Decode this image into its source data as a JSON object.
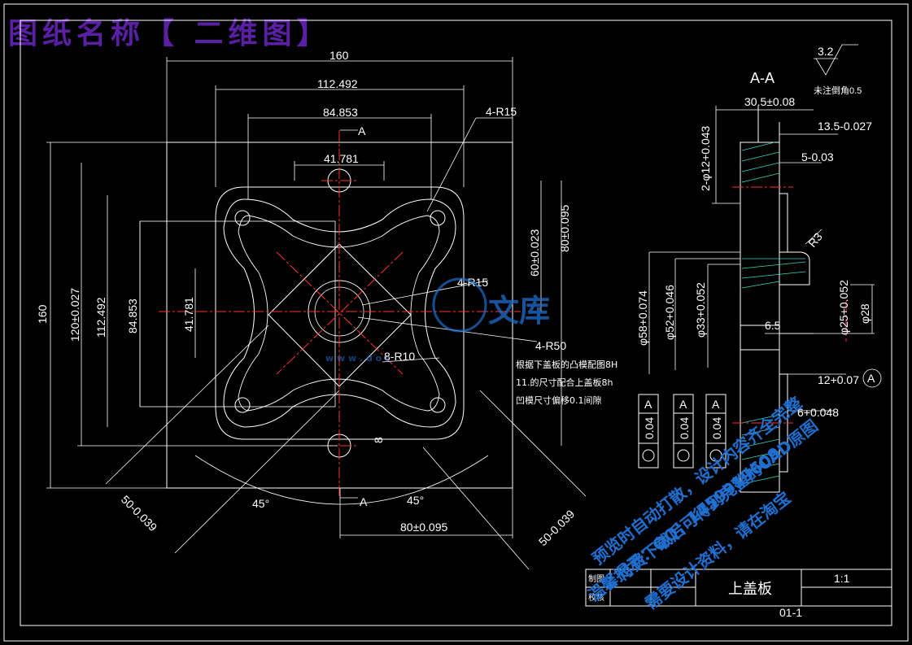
{
  "title_banner": "图纸名称【 二维图】",
  "view_label": "A-A",
  "section_marker": "A",
  "surface_finish": {
    "value": "3.2",
    "note": "未注倒角0.5"
  },
  "front_dims": {
    "d160_h": "160",
    "d112_h": "112.492",
    "d84_h": "84.853",
    "d41_h": "41.781",
    "d160_v": "160",
    "d120_v": "120±0.027",
    "d112_v": "112.492",
    "d84_v": "84.853",
    "d41_v": "41.781",
    "d80_v": "80±0.095",
    "d60_v": "60±0.023",
    "d80_h": "80±0.095",
    "r15a": "4-R15",
    "r15b": "4-R15",
    "r50": "4-R50",
    "r10": "8-R10",
    "dim8": "8",
    "ang1": "45°",
    "ang2": "45°",
    "d50a": "50-0.039",
    "d50b": "50-0.039"
  },
  "notes": [
    "根据下盖板的凸模配图8H",
    "11.的尺寸配合上盖板8h",
    "凹模尺寸偏移0.1间隙"
  ],
  "section_dims": {
    "d30": "30.5±0.08",
    "d13": "13.5-0.027",
    "d5": "5-0.03",
    "phi12": "2-φ12+0.043",
    "r3": "R3",
    "phi58": "φ58+0.074",
    "phi52": "φ52+0.046",
    "phi33": "φ33+0.052",
    "d65": "6.5",
    "phi25": "φ25+0.052",
    "phi28": "φ28",
    "d12": "12+0.07",
    "d6": "6+0.048",
    "datum": "A"
  },
  "tolerance_frames": [
    {
      "value": "0.04",
      "datum": "A"
    },
    {
      "value": "0.04",
      "datum": "A"
    },
    {
      "value": "0.04",
      "datum": "A"
    }
  ],
  "title_block": {
    "part_name": "上盖板",
    "scale": "1:1",
    "drawing_no": "01-1",
    "row1": "制图",
    "row2": "校核"
  },
  "watermark": {
    "logo_text": "文库",
    "url_text": "w w w . d o c",
    "line1": "预览时自动打散，设计内容齐全完整",
    "line2": "付费下载后可得到完整的CAD原图",
    "line3": "温馨提示：QQ：1459919609",
    "line4": "需要设计资料，请在淘宝"
  }
}
